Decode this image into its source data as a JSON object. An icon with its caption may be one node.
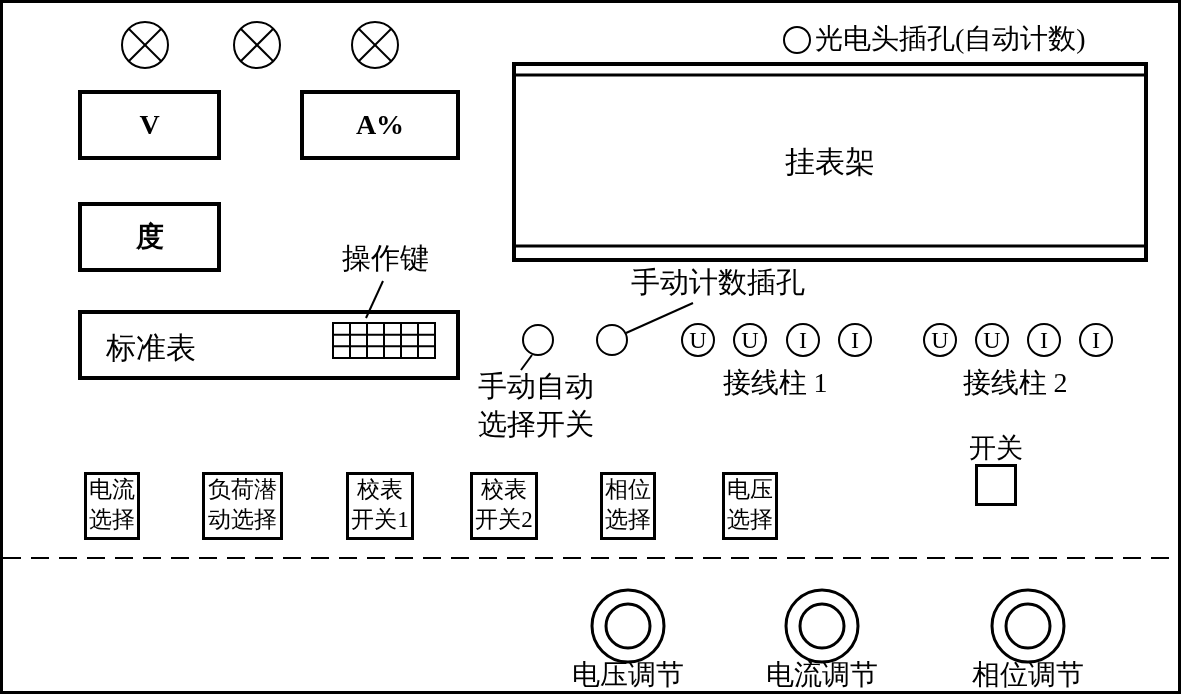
{
  "diagram": {
    "nodes": [
      {
        "text": [
          "V"
        ]
      },
      {
        "text": [
          "A%"
        ]
      },
      {
        "text": [
          "挂表架"
        ]
      },
      {
        "text": [
          "度"
        ]
      },
      {
        "text": [
          "操作键"
        ]
      },
      {
        "text": [
          "标准表"
        ]
      },
      {
        "text": [],
        "shape": "box",
        "in": 5
      },
      {
        "text": [
          "手动计数插孔"
        ]
      },
      {
        "text": [],
        "shape": "circle"
      },
      {
        "text": [],
        "shape": "circle"
      },
      {
        "text": [
          "U"
        ]
      },
      {
        "text": [
          "U"
        ]
      },
      {
        "text": [
          "I"
        ]
      },
      {
        "text": [
          "I"
        ]
      },
      {
        "text": [
          "U"
        ]
      },
      {
        "text": [
          "U"
        ]
      },
      {
        "text": [
          "I"
        ]
      },
      {
        "text": [
          "I"
        ]
      },
      {
        "text": [
          "手动自动选择开关"
        ]
      },
      {
        "text": [
          "开关"
        ]
      },
      {
        "text": [
          "电流选择"
        ]
      },
      {
        "text": [
          "负荷潜动选择"
        ]
      },
      {
        "text": [
          "校表开关1"
        ]
      },
      {
        "text": [
          "校表开关2"
        ]
      },
      {
        "text": [
          "相位选择"
        ]
      },
      {
        "text": [
          "电压选择"
        ]
      },
      {
        "text": [
          "电压调节"
        ]
      },
      {
        "text": [
          "电流调节"
        ]
      },
      {
        "text": [
          "相位调节"
        ]
      }
    ],
    "edges": [
      {
        "from": 4,
        "to": 6,
        "arrow": "none"
      },
      {
        "from": 7,
        "to": 9,
        "arrow": "none"
      },
      {
        "from": 18,
        "to": 8,
        "arrow": "none"
      }
    ],
    "labels": [
      "光电头插孔(自动计数)",
      "接线柱 1",
      "接线柱 2"
    ]
  }
}
